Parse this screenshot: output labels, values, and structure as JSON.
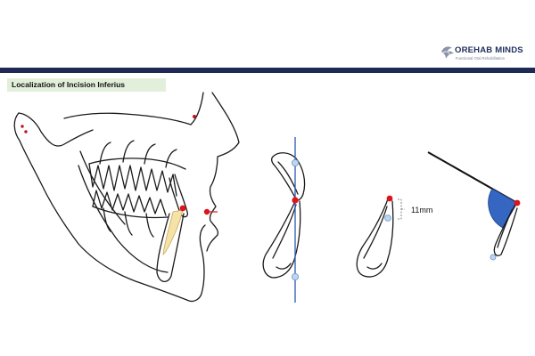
{
  "header": {
    "brand_name": "OREHAB MINDS",
    "brand_tagline": "Functional Oral Rehabilitation",
    "rule_color": "#1e2a55",
    "logo_icon": "dove-logo-icon"
  },
  "slide": {
    "title": "Localization of Incision Inferius",
    "title_background": "#e2efda"
  },
  "figure": {
    "measurement_label": "11mm",
    "landmark_color": "#e0121c",
    "reference_point_color": "#bcd6ee",
    "vertical_reference_line_color": "#3a63b8",
    "angle_fill_color": "#3466c2",
    "incisor_highlight_color": "#f6e2a6"
  }
}
